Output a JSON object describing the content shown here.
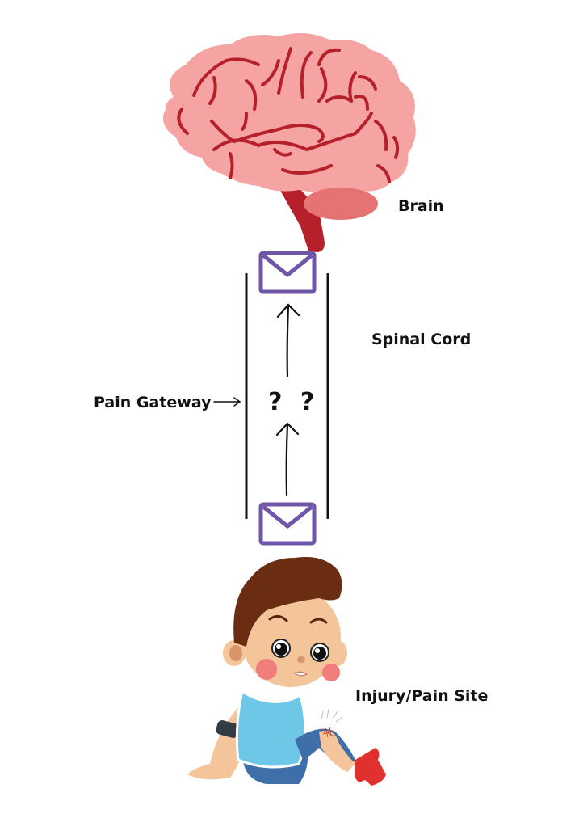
{
  "diagram": {
    "labels": {
      "brain": "Brain",
      "spinal_cord": "Spinal Cord",
      "pain_gateway": "Pain Gateway",
      "injury_site": "Injury/Pain Site"
    },
    "gateway_symbol": "? ?",
    "icons": {
      "top_message": "envelope-icon",
      "bottom_message": "envelope-icon"
    },
    "colors": {
      "envelope": "#6f56a8",
      "brain": "#f5a3a3",
      "brain_folds": "#b5202a",
      "cerebellum": "#e57373",
      "brainstem": "#b5202a",
      "lines": "#111111"
    },
    "flow": [
      "Injury/Pain Site",
      "Pain Gateway",
      "Spinal Cord",
      "Brain"
    ]
  }
}
